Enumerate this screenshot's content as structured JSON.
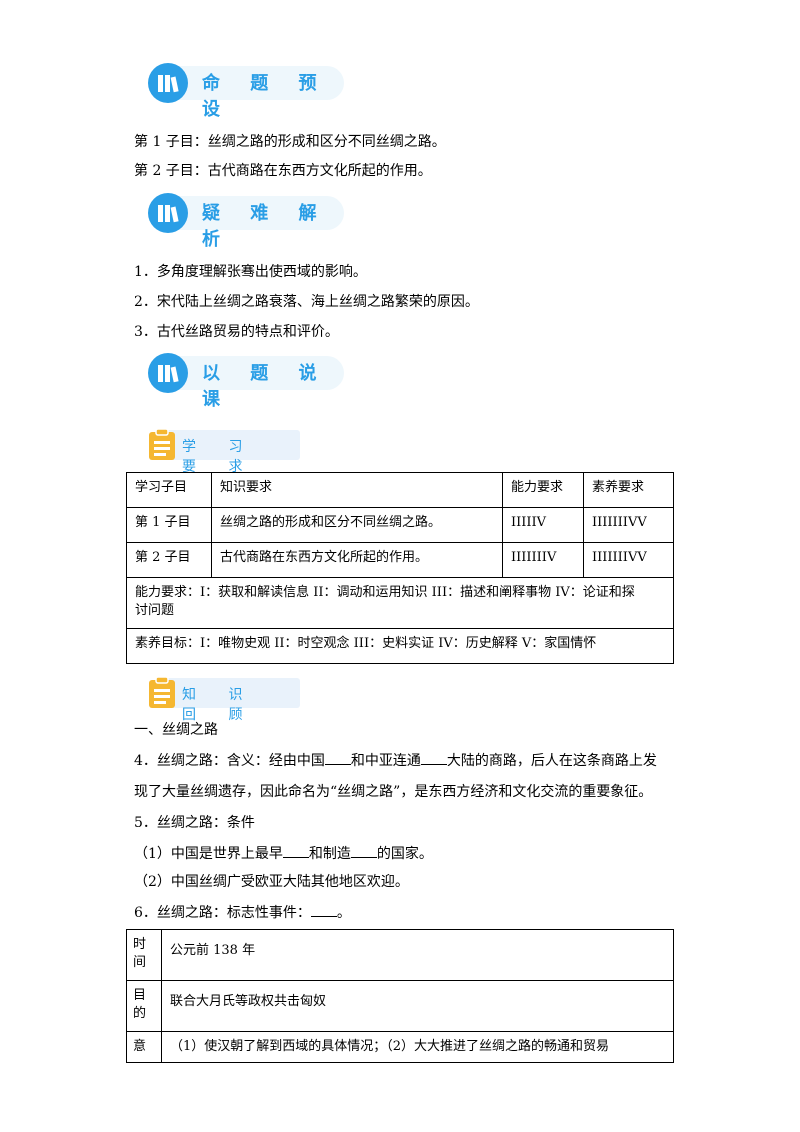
{
  "sections": {
    "mingti": "命 题 预 设",
    "yinan": "疑 难 解 析",
    "yiti": "以 题 说 课",
    "xuexi": "学 习 要 求",
    "zhishi": "知 识 回 顾"
  },
  "mingti_items": [
    "第 1 子目：丝绸之路的形成和区分不同丝绸之路。",
    "第 2 子目：古代商路在东西方文化所起的作用。"
  ],
  "yinan_items": [
    "1．多角度理解张骞出使西域的影响。",
    "2．宋代陆上丝绸之路衰落、海上丝绸之路繁荣的原因。",
    "3．古代丝路贸易的特点和评价。"
  ],
  "req_table": {
    "headers": [
      "学习子目",
      "知识要求",
      "能力要求",
      "素养要求"
    ],
    "rows": [
      [
        "第 1 子目",
        "丝绸之路的形成和区分不同丝绸之路。",
        "IIIIIV",
        "IIIIIIIVV"
      ],
      [
        "第 2 子目",
        "古代商路在东西方文化所起的作用。",
        "IIIIIIIV",
        "IIIIIIIVV"
      ]
    ],
    "ability_note_1": "能力要求：I：获取和解读信息 II：调动和运用知识 III：描述和阐释事物 IV：论证和探",
    "ability_note_2": "讨问题",
    "literacy_note": "素养目标：I：唯物史观  II：时空观念  III：史料实证  IV：历史解释  V：家国情怀"
  },
  "review": {
    "heading": "一、丝绸之路",
    "p4_a": "4．丝绸之路：含义：经由中国",
    "p4_b": "和中亚连通",
    "p4_c": "大陆的商路，后人在这条商路上发",
    "p4_line2": "现了大量丝绸遗存，因此命名为“丝绸之路”，是东西方经济和文化交流的重要象征。",
    "p5": "5．丝绸之路：条件",
    "p5_1a": "（1）中国是世界上最早",
    "p5_1b": "和制造",
    "p5_1c": "的国家。",
    "p5_2": "（2）中国丝绸广受欧亚大陆其他地区欢迎。",
    "p6_a": "6．丝绸之路：标志性事件：",
    "p6_b": "。"
  },
  "event_table": {
    "rows": [
      {
        "label_1": "时",
        "label_2": "间",
        "value": "公元前 138 年"
      },
      {
        "label_1": "目",
        "label_2": "的",
        "value": "联合大月氏等政权共击匈奴"
      },
      {
        "label_1": "意",
        "label_2": "",
        "value": "（1）使汉朝了解到西域的具体情况；（2）大大推进了丝绸之路的畅通和贸易"
      }
    ]
  },
  "colors": {
    "accent": "#2a9ee6",
    "pill_bg": "#eef7fc",
    "clip": "#f5b731"
  }
}
